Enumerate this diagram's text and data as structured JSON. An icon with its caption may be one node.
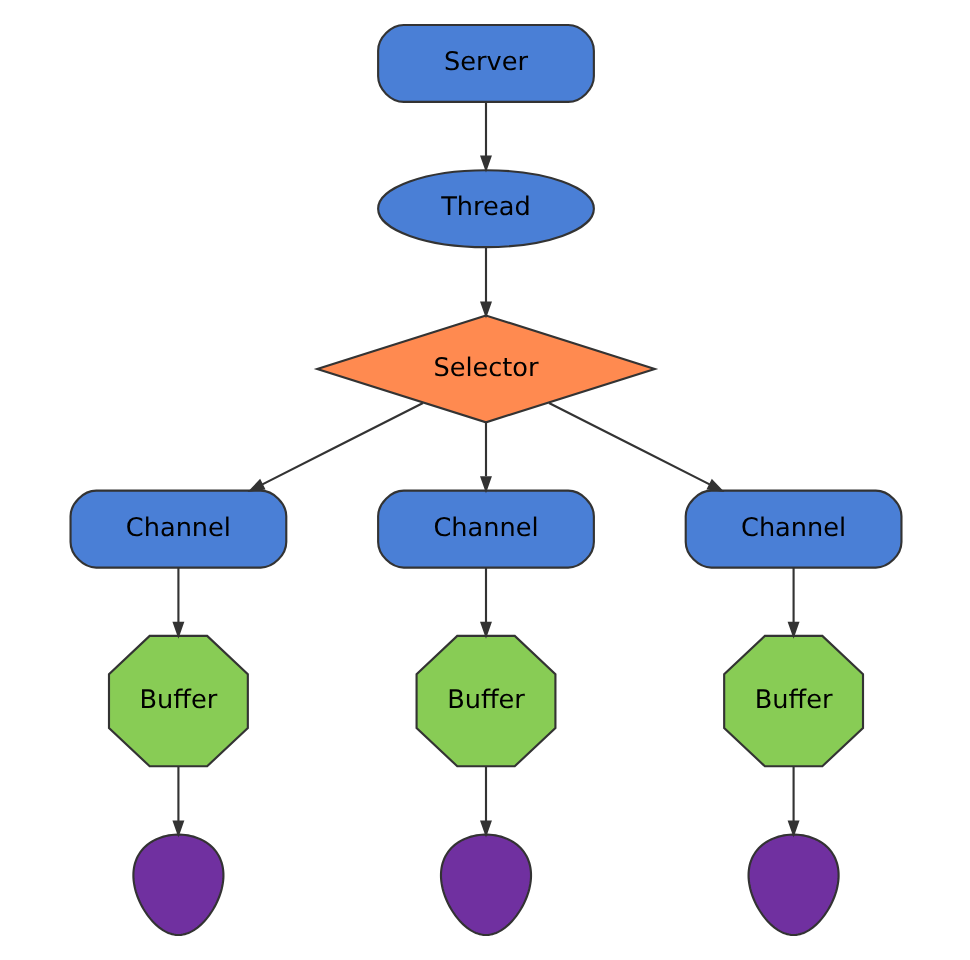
{
  "diagram": {
    "nodes": [
      {
        "text": [
          "Server"
        ]
      },
      {
        "text": [
          "Thread"
        ]
      },
      {
        "text": [
          "Selector"
        ]
      },
      {
        "text": [
          "Channel"
        ]
      },
      {
        "text": [
          "Channel"
        ]
      },
      {
        "text": [
          "Channel"
        ]
      },
      {
        "text": [
          "Buffer"
        ]
      },
      {
        "text": [
          "Buffer"
        ]
      },
      {
        "text": [
          "Buffer"
        ]
      },
      {
        "text": [],
        "shape": "person"
      },
      {
        "text": [],
        "shape": "person"
      },
      {
        "text": [],
        "shape": "person"
      }
    ],
    "edges": [
      {
        "from": 0,
        "to": 1,
        "arrow": "to"
      },
      {
        "from": 1,
        "to": 2,
        "arrow": "to"
      },
      {
        "from": 2,
        "to": 3,
        "arrow": "to"
      },
      {
        "from": 2,
        "to": 4,
        "arrow": "to"
      },
      {
        "from": 2,
        "to": 5,
        "arrow": "to"
      },
      {
        "from": 3,
        "to": 6,
        "arrow": "to"
      },
      {
        "from": 4,
        "to": 7,
        "arrow": "to"
      },
      {
        "from": 5,
        "to": 8,
        "arrow": "to"
      },
      {
        "from": 6,
        "to": 9,
        "arrow": "to"
      },
      {
        "from": 7,
        "to": 10,
        "arrow": "to"
      },
      {
        "from": 8,
        "to": 11,
        "arrow": "to"
      }
    ]
  }
}
